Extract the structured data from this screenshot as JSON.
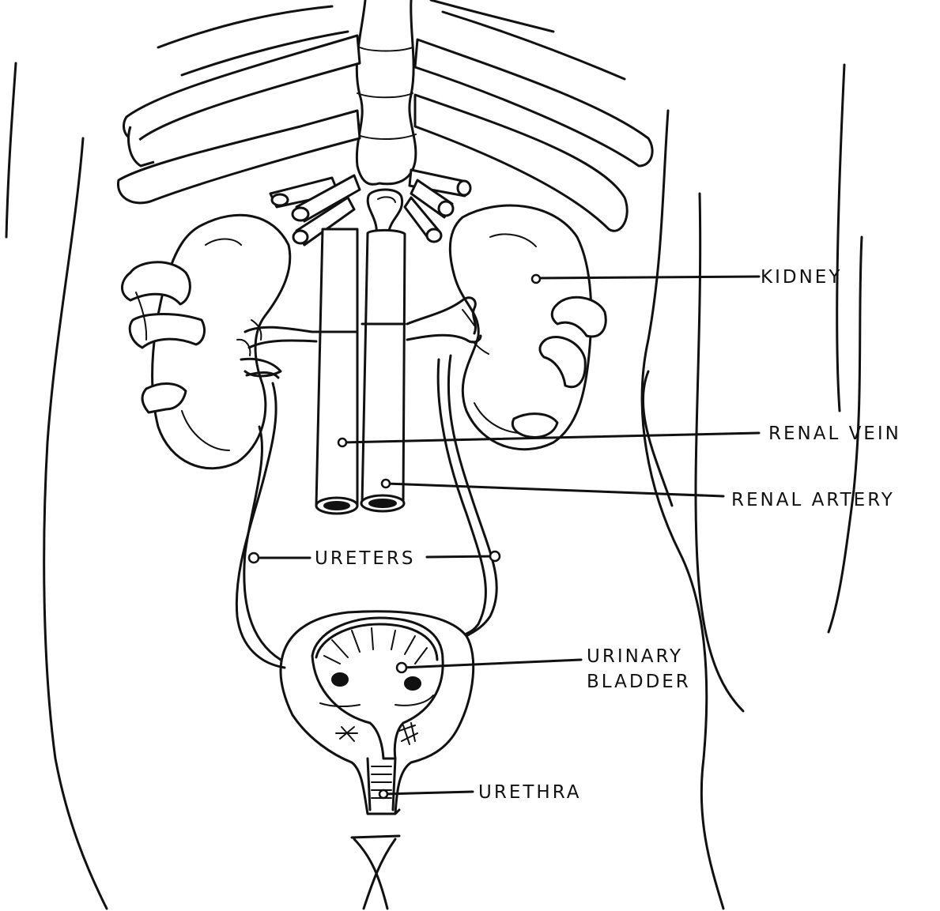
{
  "labels": {
    "kidney": "KIDNEY",
    "renal_vein": "RENAL VEIN",
    "renal_artery": "RENAL ARTERY",
    "ureters": "URETERS",
    "urinary_bladder_line1": "URINARY",
    "urinary_bladder_line2": "BLADDER",
    "urethra": "URETHRA"
  },
  "colors": {
    "ink": "#111111",
    "paper": "#ffffff"
  }
}
